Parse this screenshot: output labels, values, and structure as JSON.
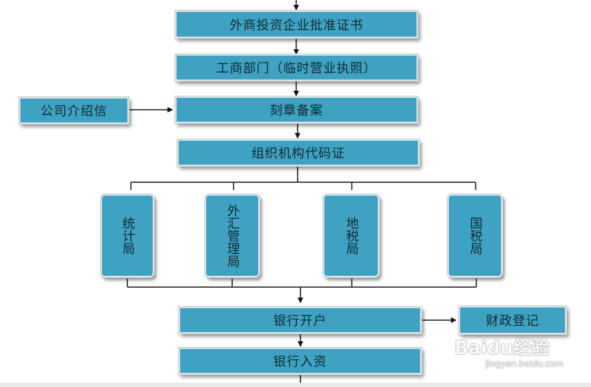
{
  "nodes": {
    "approval": "外商投资企业批准证书",
    "industry": "工商部门（临时营业执照）",
    "letter": "公司介绍信",
    "seal": "刻章备案",
    "orgcode": "组织机构代码证",
    "stats": "统计局",
    "forex": "外汇管理局",
    "localtax": "地税局",
    "nationaltax": "国税局",
    "bankopen": "银行开户",
    "finance": "财政登记",
    "bankdeposit": "银行入资"
  },
  "watermark": {
    "logo": "Baidu经验",
    "url": "jingyan.baidu.com"
  },
  "colors": {
    "box_fill": "#3fa2c2",
    "line": "#111111"
  }
}
